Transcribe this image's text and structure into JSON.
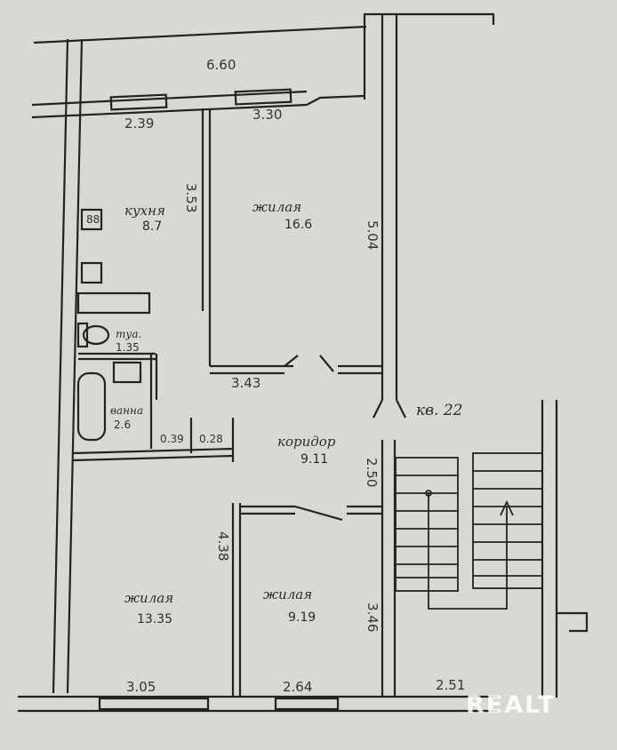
{
  "plan": {
    "apartment_label": "кв. 22",
    "dimensions": {
      "top_width": "6.60",
      "window_left": "2.39",
      "window_right": "3.30",
      "kitchen_depth": "3.53",
      "living_right_depth": "5.04",
      "living_right_width": "3.43",
      "corridor_depth": "2.50",
      "bedroom_left_depth": "4.38",
      "bedroom_right_depth": "3.46",
      "bottom_left": "3.05",
      "bottom_middle": "2.64",
      "bottom_right": "2.51",
      "closet_1": "0.39",
      "closet_2": "0.28"
    },
    "rooms": {
      "kitchen": {
        "name": "кухня",
        "area": "8.7"
      },
      "living_top": {
        "name": "жилая",
        "area": "16.6"
      },
      "toilet": {
        "name": "туа.",
        "area": "1.35"
      },
      "bathroom": {
        "name": "ванна",
        "area": "2.6"
      },
      "corridor": {
        "name": "коридор",
        "area": "9.11"
      },
      "living_bottom_left": {
        "name": "жилая",
        "area": "13.35"
      },
      "living_bottom_right": {
        "name": "жилая",
        "area": "9.19"
      }
    },
    "stove_label": "88"
  },
  "watermark": "REALT"
}
